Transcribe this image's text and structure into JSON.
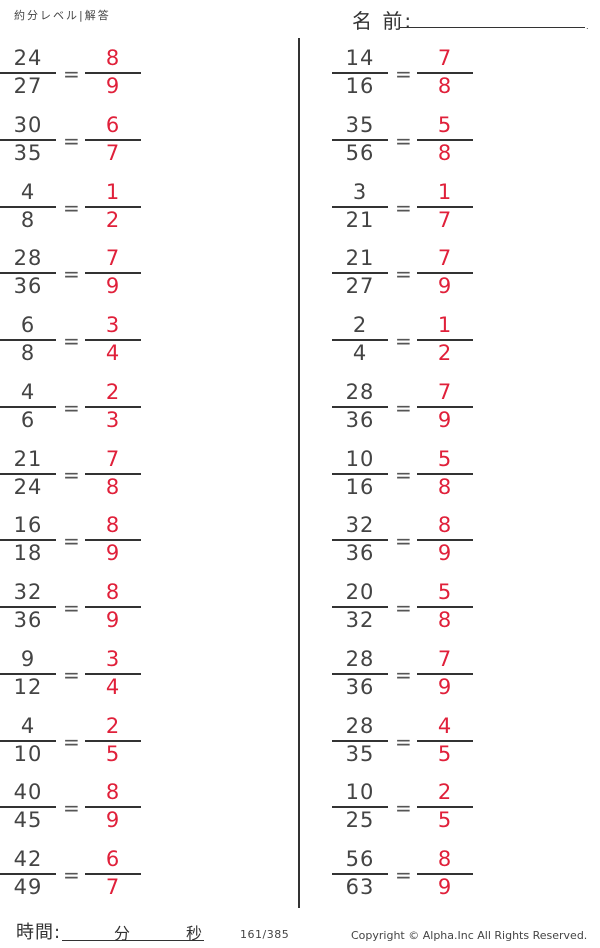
{
  "header": {
    "title": "約分レベル|解答",
    "name_label": "名 前:",
    "name_end_dot": "."
  },
  "colors": {
    "answer": "#e0203a",
    "problem": "#444444",
    "line": "#333333"
  },
  "left_column": [
    {
      "q_num": "24",
      "q_den": "27",
      "a_num": "8",
      "a_den": "9"
    },
    {
      "q_num": "30",
      "q_den": "35",
      "a_num": "6",
      "a_den": "7"
    },
    {
      "q_num": "4",
      "q_den": "8",
      "a_num": "1",
      "a_den": "2"
    },
    {
      "q_num": "28",
      "q_den": "36",
      "a_num": "7",
      "a_den": "9"
    },
    {
      "q_num": "6",
      "q_den": "8",
      "a_num": "3",
      "a_den": "4"
    },
    {
      "q_num": "4",
      "q_den": "6",
      "a_num": "2",
      "a_den": "3"
    },
    {
      "q_num": "21",
      "q_den": "24",
      "a_num": "7",
      "a_den": "8"
    },
    {
      "q_num": "16",
      "q_den": "18",
      "a_num": "8",
      "a_den": "9"
    },
    {
      "q_num": "32",
      "q_den": "36",
      "a_num": "8",
      "a_den": "9"
    },
    {
      "q_num": "9",
      "q_den": "12",
      "a_num": "3",
      "a_den": "4"
    },
    {
      "q_num": "4",
      "q_den": "10",
      "a_num": "2",
      "a_den": "5"
    },
    {
      "q_num": "40",
      "q_den": "45",
      "a_num": "8",
      "a_den": "9"
    },
    {
      "q_num": "42",
      "q_den": "49",
      "a_num": "6",
      "a_den": "7"
    }
  ],
  "right_column": [
    {
      "q_num": "14",
      "q_den": "16",
      "a_num": "7",
      "a_den": "8"
    },
    {
      "q_num": "35",
      "q_den": "56",
      "a_num": "5",
      "a_den": "8"
    },
    {
      "q_num": "3",
      "q_den": "21",
      "a_num": "1",
      "a_den": "7"
    },
    {
      "q_num": "21",
      "q_den": "27",
      "a_num": "7",
      "a_den": "9"
    },
    {
      "q_num": "2",
      "q_den": "4",
      "a_num": "1",
      "a_den": "2"
    },
    {
      "q_num": "28",
      "q_den": "36",
      "a_num": "7",
      "a_den": "9"
    },
    {
      "q_num": "10",
      "q_den": "16",
      "a_num": "5",
      "a_den": "8"
    },
    {
      "q_num": "32",
      "q_den": "36",
      "a_num": "8",
      "a_den": "9"
    },
    {
      "q_num": "20",
      "q_den": "32",
      "a_num": "5",
      "a_den": "8"
    },
    {
      "q_num": "28",
      "q_den": "36",
      "a_num": "7",
      "a_den": "9"
    },
    {
      "q_num": "28",
      "q_den": "35",
      "a_num": "4",
      "a_den": "5"
    },
    {
      "q_num": "10",
      "q_den": "25",
      "a_num": "2",
      "a_den": "5"
    },
    {
      "q_num": "56",
      "q_den": "63",
      "a_num": "8",
      "a_den": "9"
    }
  ],
  "equals_sign": "=",
  "footer": {
    "time_label": "時間:",
    "minutes_label": "分",
    "seconds_label": "秒",
    "page": "161/385",
    "copyright": "Copyright ©  Alpha.Inc All Rights Reserved."
  }
}
